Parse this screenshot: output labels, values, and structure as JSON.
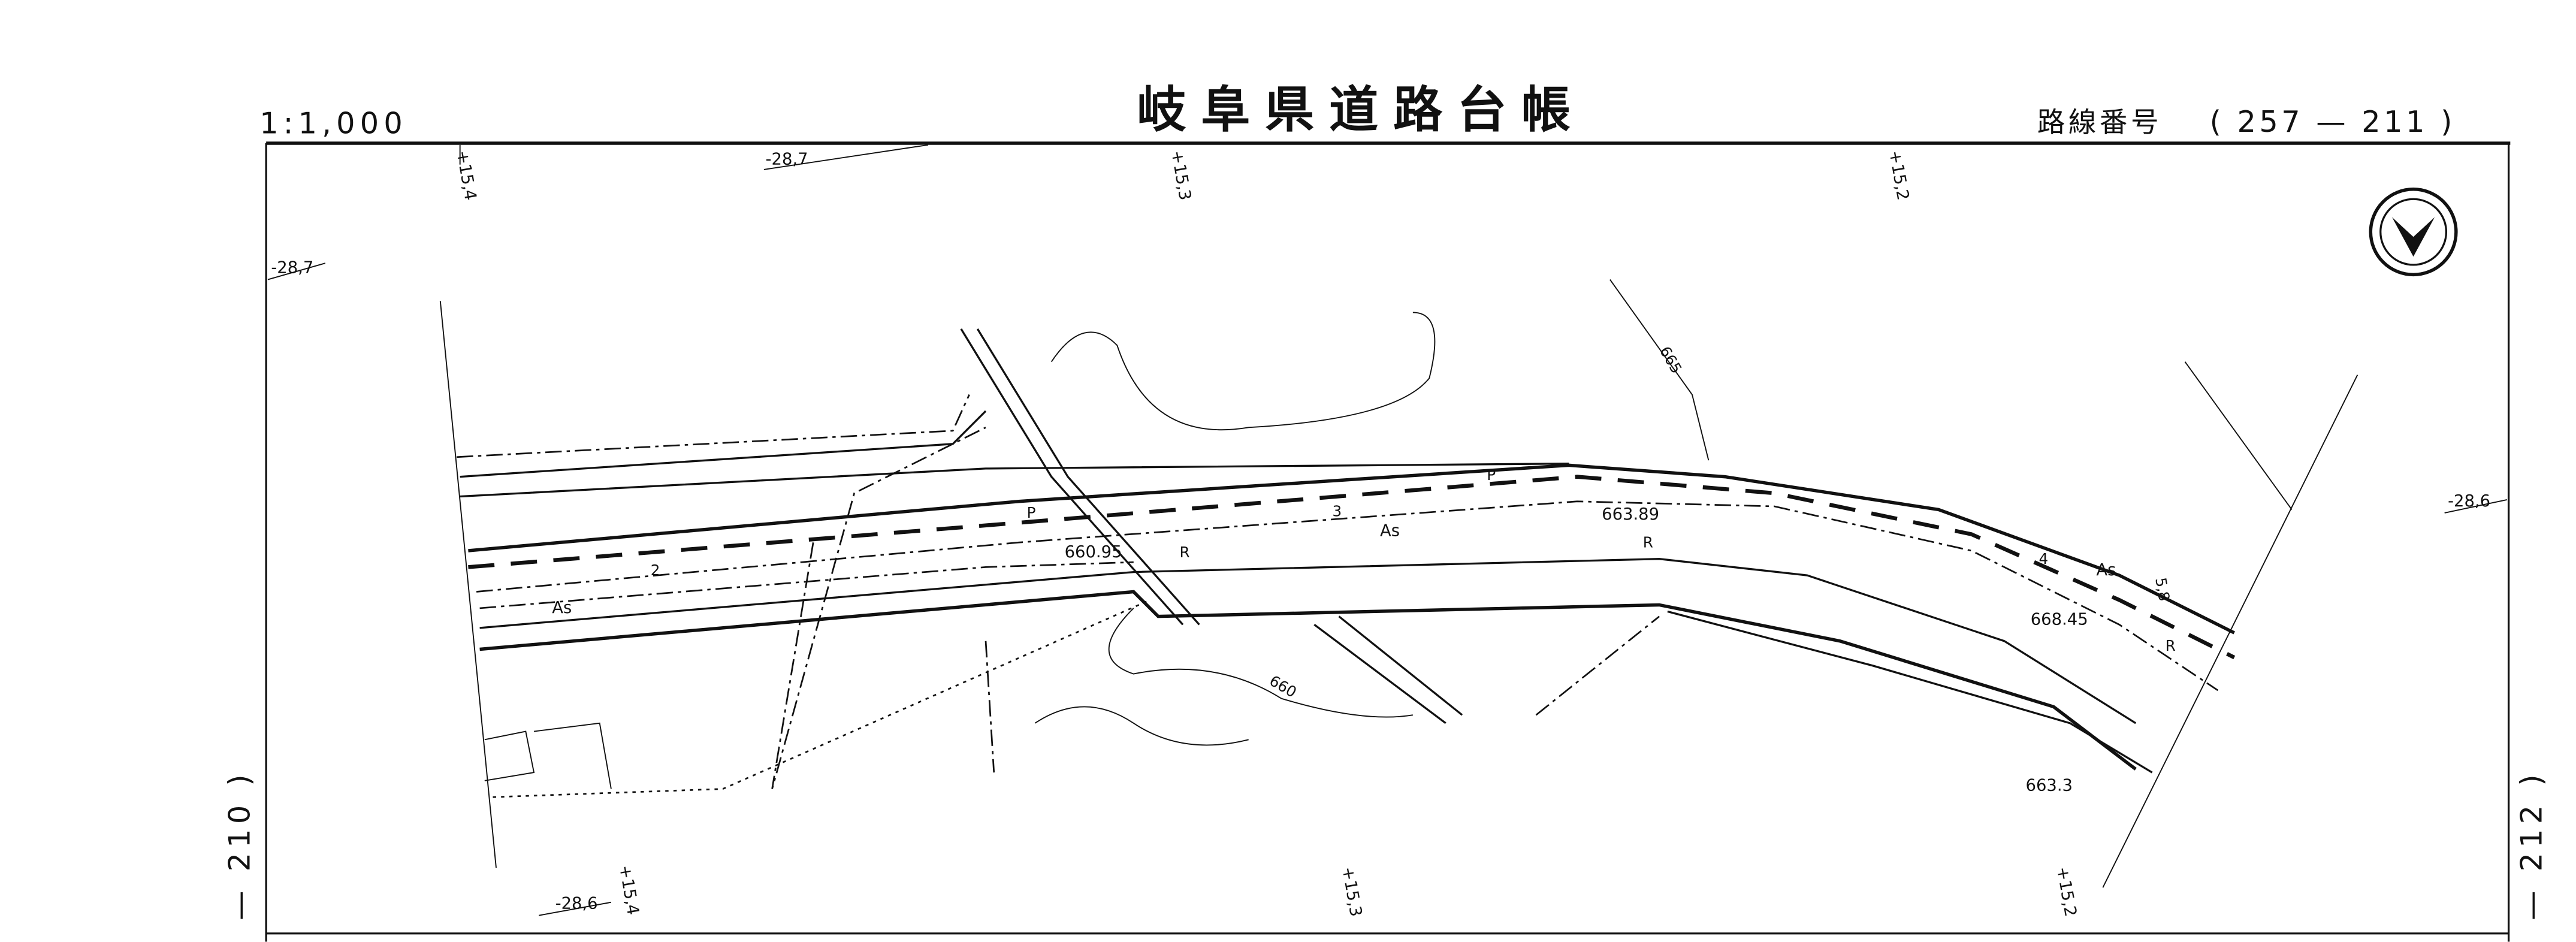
{
  "header": {
    "scale": "1:1,000",
    "title": "岐阜県道路台帳",
    "route_label": "路線番号",
    "route_number": "( 257 — 211 )"
  },
  "margins": {
    "left_sheet": "— 210 )",
    "right_sheet": "— 212 )"
  },
  "grid_labels": {
    "top": [
      "+15,4",
      "-28,7",
      "+15,3",
      "+15,2"
    ],
    "left": "-28,7",
    "right": "-28,6",
    "bottom": [
      "-28,6",
      "+15,4",
      "+15,3",
      "+15,2"
    ]
  },
  "map_labels": {
    "elevations": [
      "663.89",
      "660.95",
      "668.45",
      "663.3"
    ],
    "contours": [
      "665",
      "660"
    ],
    "surface": [
      "As",
      "As",
      "As"
    ],
    "markers": [
      "P",
      "P",
      "R",
      "R",
      "R"
    ],
    "stations": [
      "2",
      "3",
      "4",
      "5,8"
    ]
  },
  "north_arrow": "north-arrow"
}
